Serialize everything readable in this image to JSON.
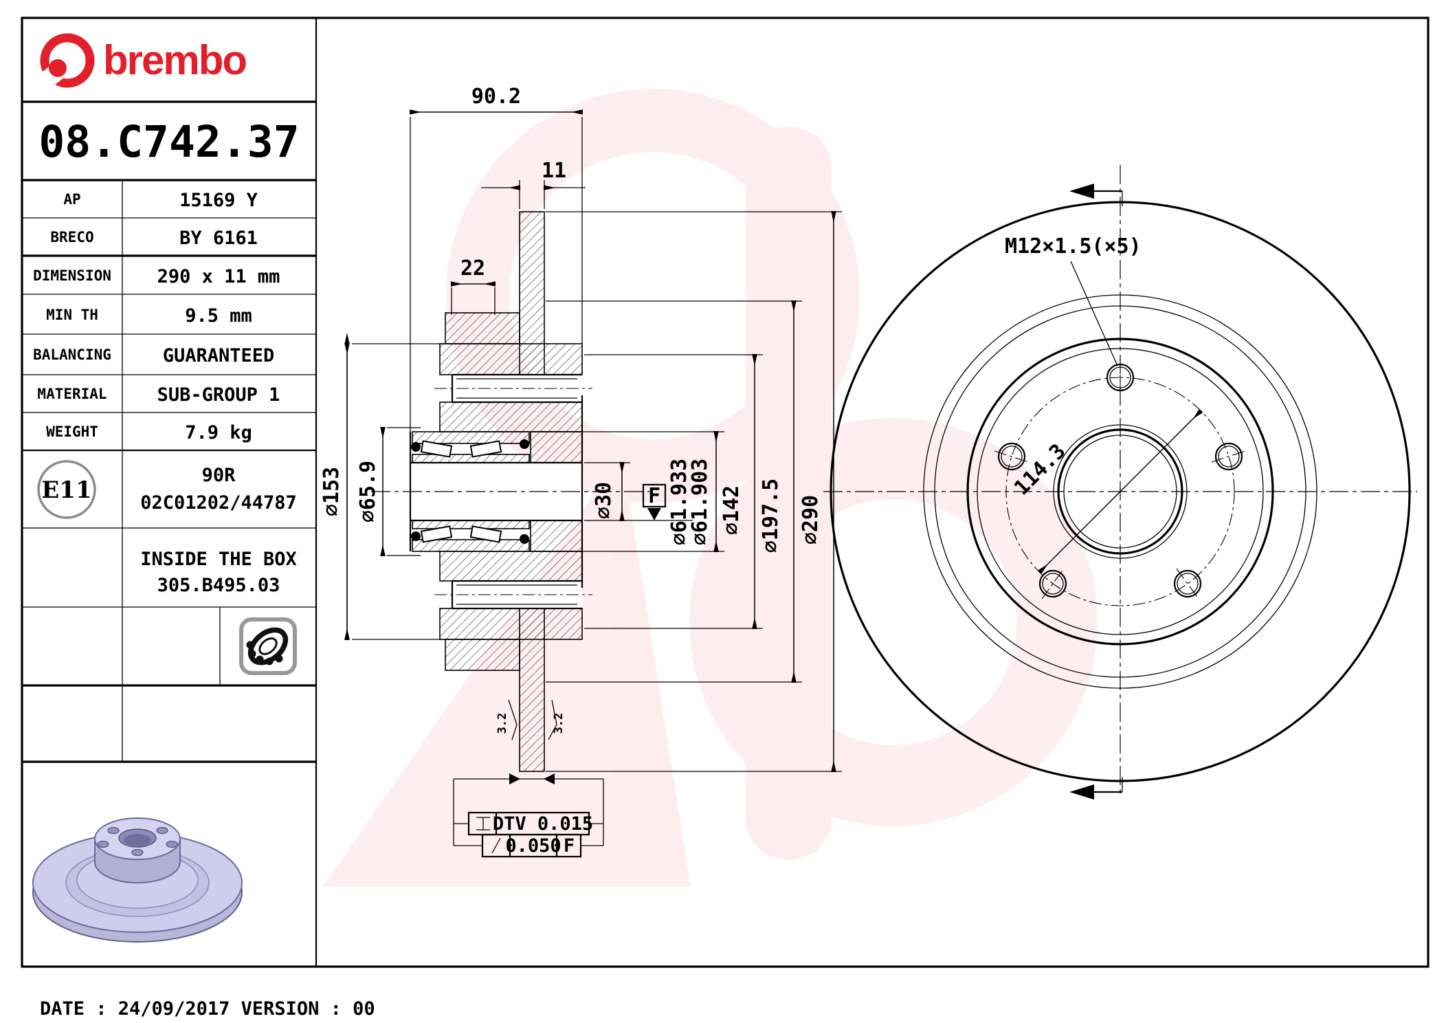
{
  "title_block": {
    "brand": "brembo",
    "part_number": "08.C742.37",
    "rows": [
      {
        "label": "AP",
        "value": "15169 Y"
      },
      {
        "label": "BRECO",
        "value": "BY 6161"
      },
      {
        "label": "DIMENSION",
        "value": "290 x 11 mm"
      },
      {
        "label": "MIN TH",
        "value": "9.5 mm"
      },
      {
        "label": "BALANCING",
        "value": "GUARANTEED"
      },
      {
        "label": "MATERIAL",
        "value": "SUB-GROUP 1"
      },
      {
        "label": "WEIGHT",
        "value": "7.9 kg"
      }
    ],
    "homologation": {
      "badge": "E11",
      "line1": "90R",
      "line2": "02C01202/44787"
    },
    "box_note": {
      "line1": "INSIDE THE BOX",
      "line2": "305.B495.03"
    }
  },
  "footer": {
    "date_line": "DATE : 24/09/2017 VERSION : 00"
  },
  "section_view": {
    "dims": {
      "total_width": "90.2",
      "disc_thickness": "11",
      "flange_offset": "22",
      "d153": "∅153",
      "d65_9": "∅65.9",
      "d30": "∅30",
      "d61_933": "∅61.933",
      "d61_903": "∅61.903",
      "d142": "∅142",
      "d197_5": "∅197.5",
      "d290": "∅290"
    },
    "roughness_left": "3.2",
    "roughness_right": "3.2",
    "datum_flag": "F",
    "dtv_frame": {
      "value": "DTV 0.015"
    },
    "runout_frame": {
      "value": "0.050",
      "datum": "F"
    }
  },
  "front_view": {
    "thread_label": "M12×1.5(×5)",
    "pcd_label": "114.3"
  },
  "colors": {
    "brand_red": "#e2202c",
    "watermark_red": "#e8232f",
    "render_lavender": "#cdcdec"
  }
}
